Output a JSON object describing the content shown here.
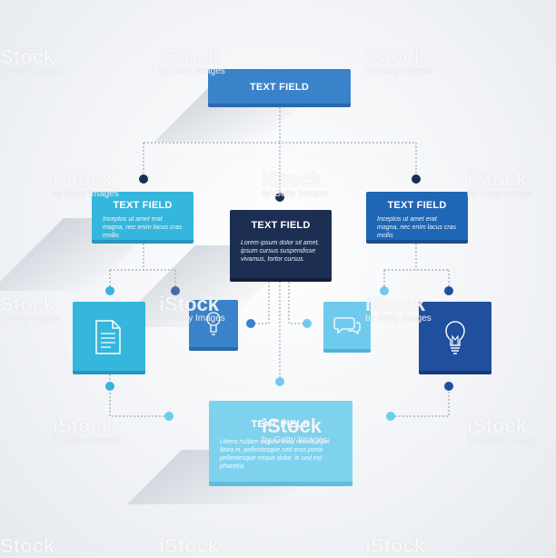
{
  "colors": {
    "top": "#3a82c9",
    "left": "#35b6dd",
    "center": "#1c2e52",
    "right": "#1f66b5",
    "bottom": "#7fd2ee",
    "doc_tile": "#35b6dd",
    "idea_tile": "#3a82c9",
    "chat_tile": "#6fcbee",
    "bulb_tile": "#1f4f9d"
  },
  "boxes": {
    "top": {
      "title": "TEXT FIELD"
    },
    "left": {
      "title": "TEXT FIELD",
      "body": "Inceptos ut amet erat magna, nec enim lacus cras mollis"
    },
    "center": {
      "title": "TEXT FIELD",
      "body": "Lorem ipsum dolor sit amet, ipsum cursus suspendisse vivamus, tortor cursus."
    },
    "right": {
      "title": "TEXT FIELD",
      "body": "Inceptos ut amet erat magna, nec enim lacus cras mollis"
    },
    "bottom": {
      "title": "TEXT FIELD",
      "body": "Libero nullam sagittis erat, mauris eget litora in, pellentesque sed eros porta pellentesque neque dolor, in sed est pharetra"
    }
  },
  "icons": [
    "document-icon",
    "lightbulb-idea-icon",
    "chat-bubble-icon",
    "lightbulb-icon"
  ],
  "watermark": {
    "brand": "iStock",
    "sub": "by Getty Images"
  }
}
